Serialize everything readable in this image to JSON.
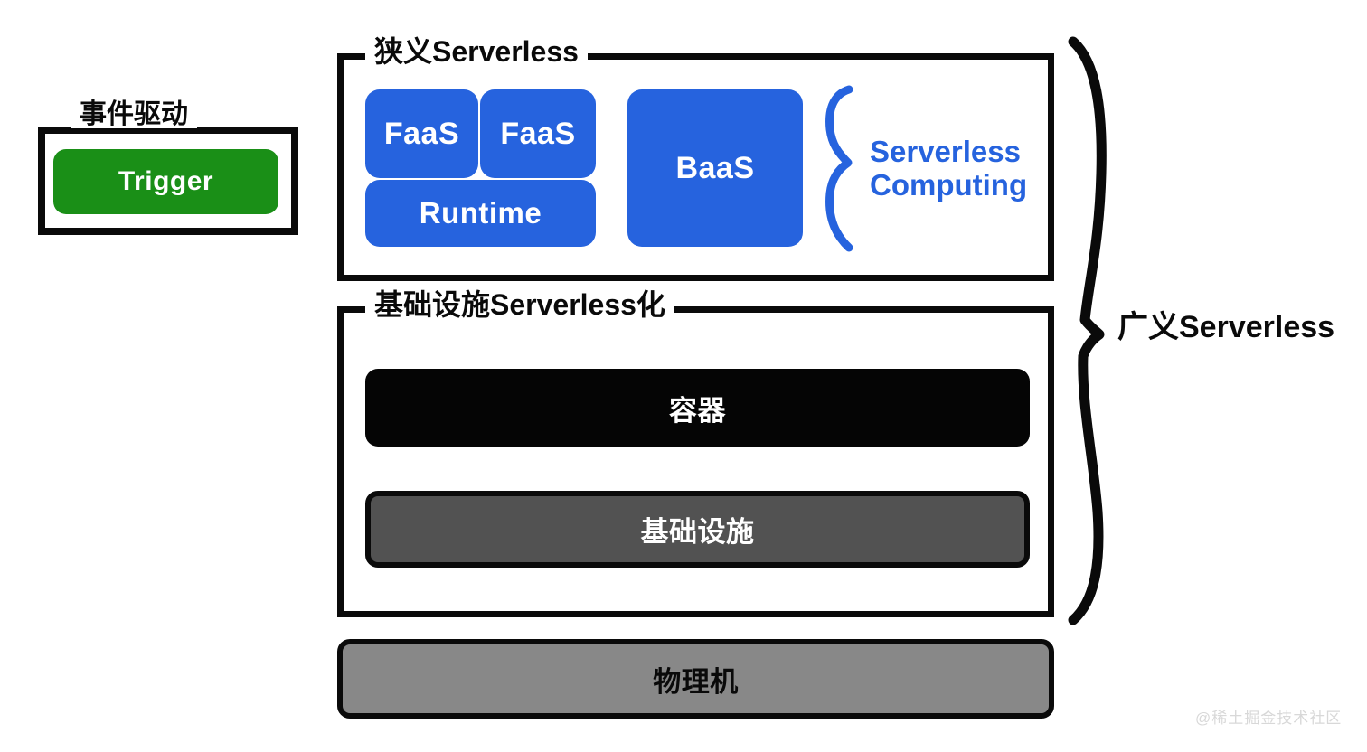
{
  "diagram": {
    "title_semantic": "Serverless architecture layers diagram",
    "colors": {
      "blue": "#2663de",
      "green": "#1a8f17",
      "black": "#050505",
      "dark_gray": "#525252",
      "mid_gray": "#888888",
      "frame_black": "#0a0a0a",
      "watermark_gray": "#d8d8d8"
    },
    "event_group": {
      "label": "事件驱动",
      "trigger_label": "Trigger"
    },
    "narrow_group": {
      "label": "狭义Serverless",
      "faas_left_label": "FaaS",
      "faas_right_label": "FaaS",
      "runtime_label": "Runtime",
      "baas_label": "BaaS",
      "brace_caption_line1": "Serverless",
      "brace_caption_line2": "Computing"
    },
    "infra_group": {
      "label": "基础设施Serverless化",
      "container_label": "容器",
      "infrastructure_label": "基础设施"
    },
    "physical_machine": {
      "label": "物理机"
    },
    "broad_group": {
      "label": "广义Serverless"
    },
    "watermark": "@稀土掘金技术社区"
  }
}
